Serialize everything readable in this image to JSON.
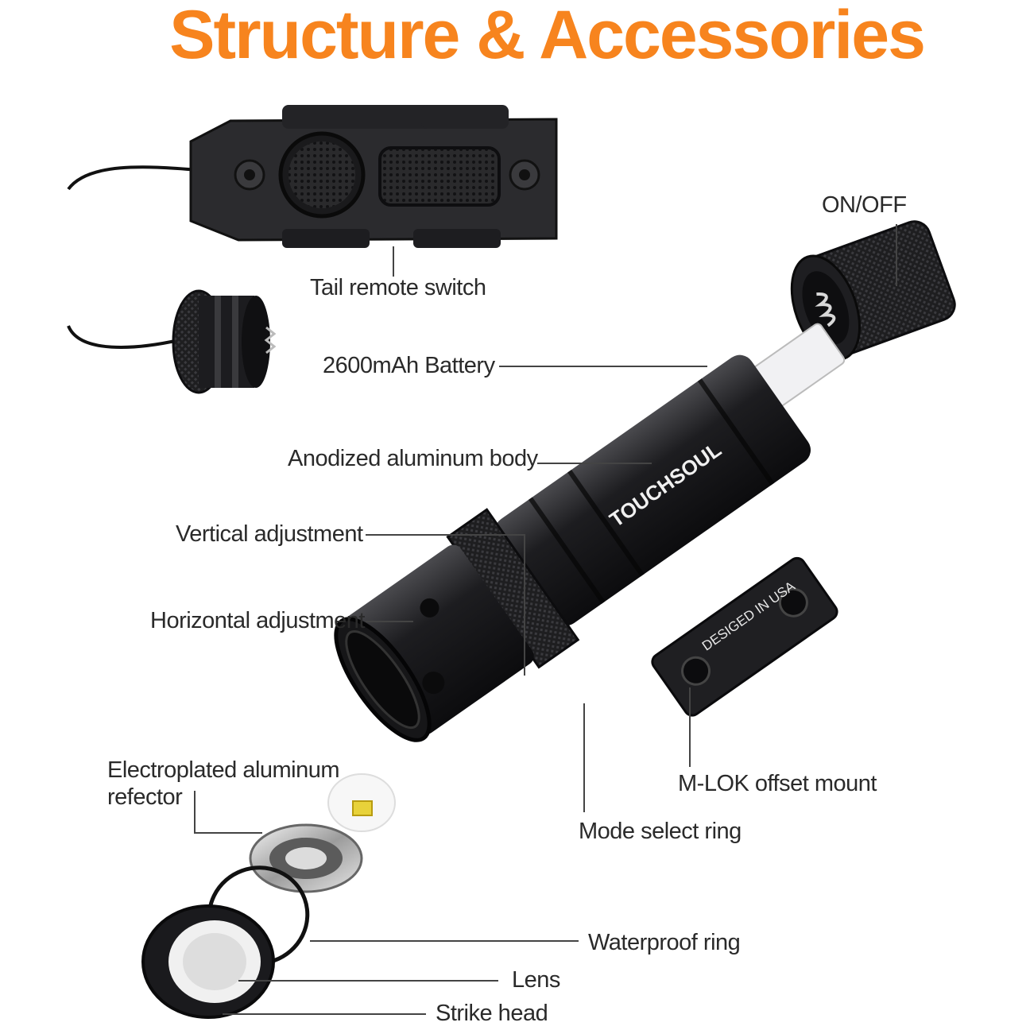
{
  "title": "Structure & Accessories",
  "colors": {
    "accent": "#f7841e",
    "body": "#1b1b1d",
    "metal": "#c8c8c8",
    "leader": "#444444"
  },
  "logos": {
    "brand": "TOUCHSOUL",
    "mount_text": "DESIGED IN USA"
  },
  "labels": {
    "on_off": "ON/OFF",
    "tail_remote": "Tail remote switch",
    "battery": "2600mAh Battery",
    "body": "Anodized aluminum body",
    "vertical": "Vertical adjustment",
    "horizontal": "Horizontal adjustment",
    "reflector": "Electroplated aluminum refector",
    "mlok": "M-LOK offset mount",
    "mode_ring": "Mode select ring",
    "waterproof": "Waterproof ring",
    "lens": "Lens",
    "strike": "Strike head"
  }
}
